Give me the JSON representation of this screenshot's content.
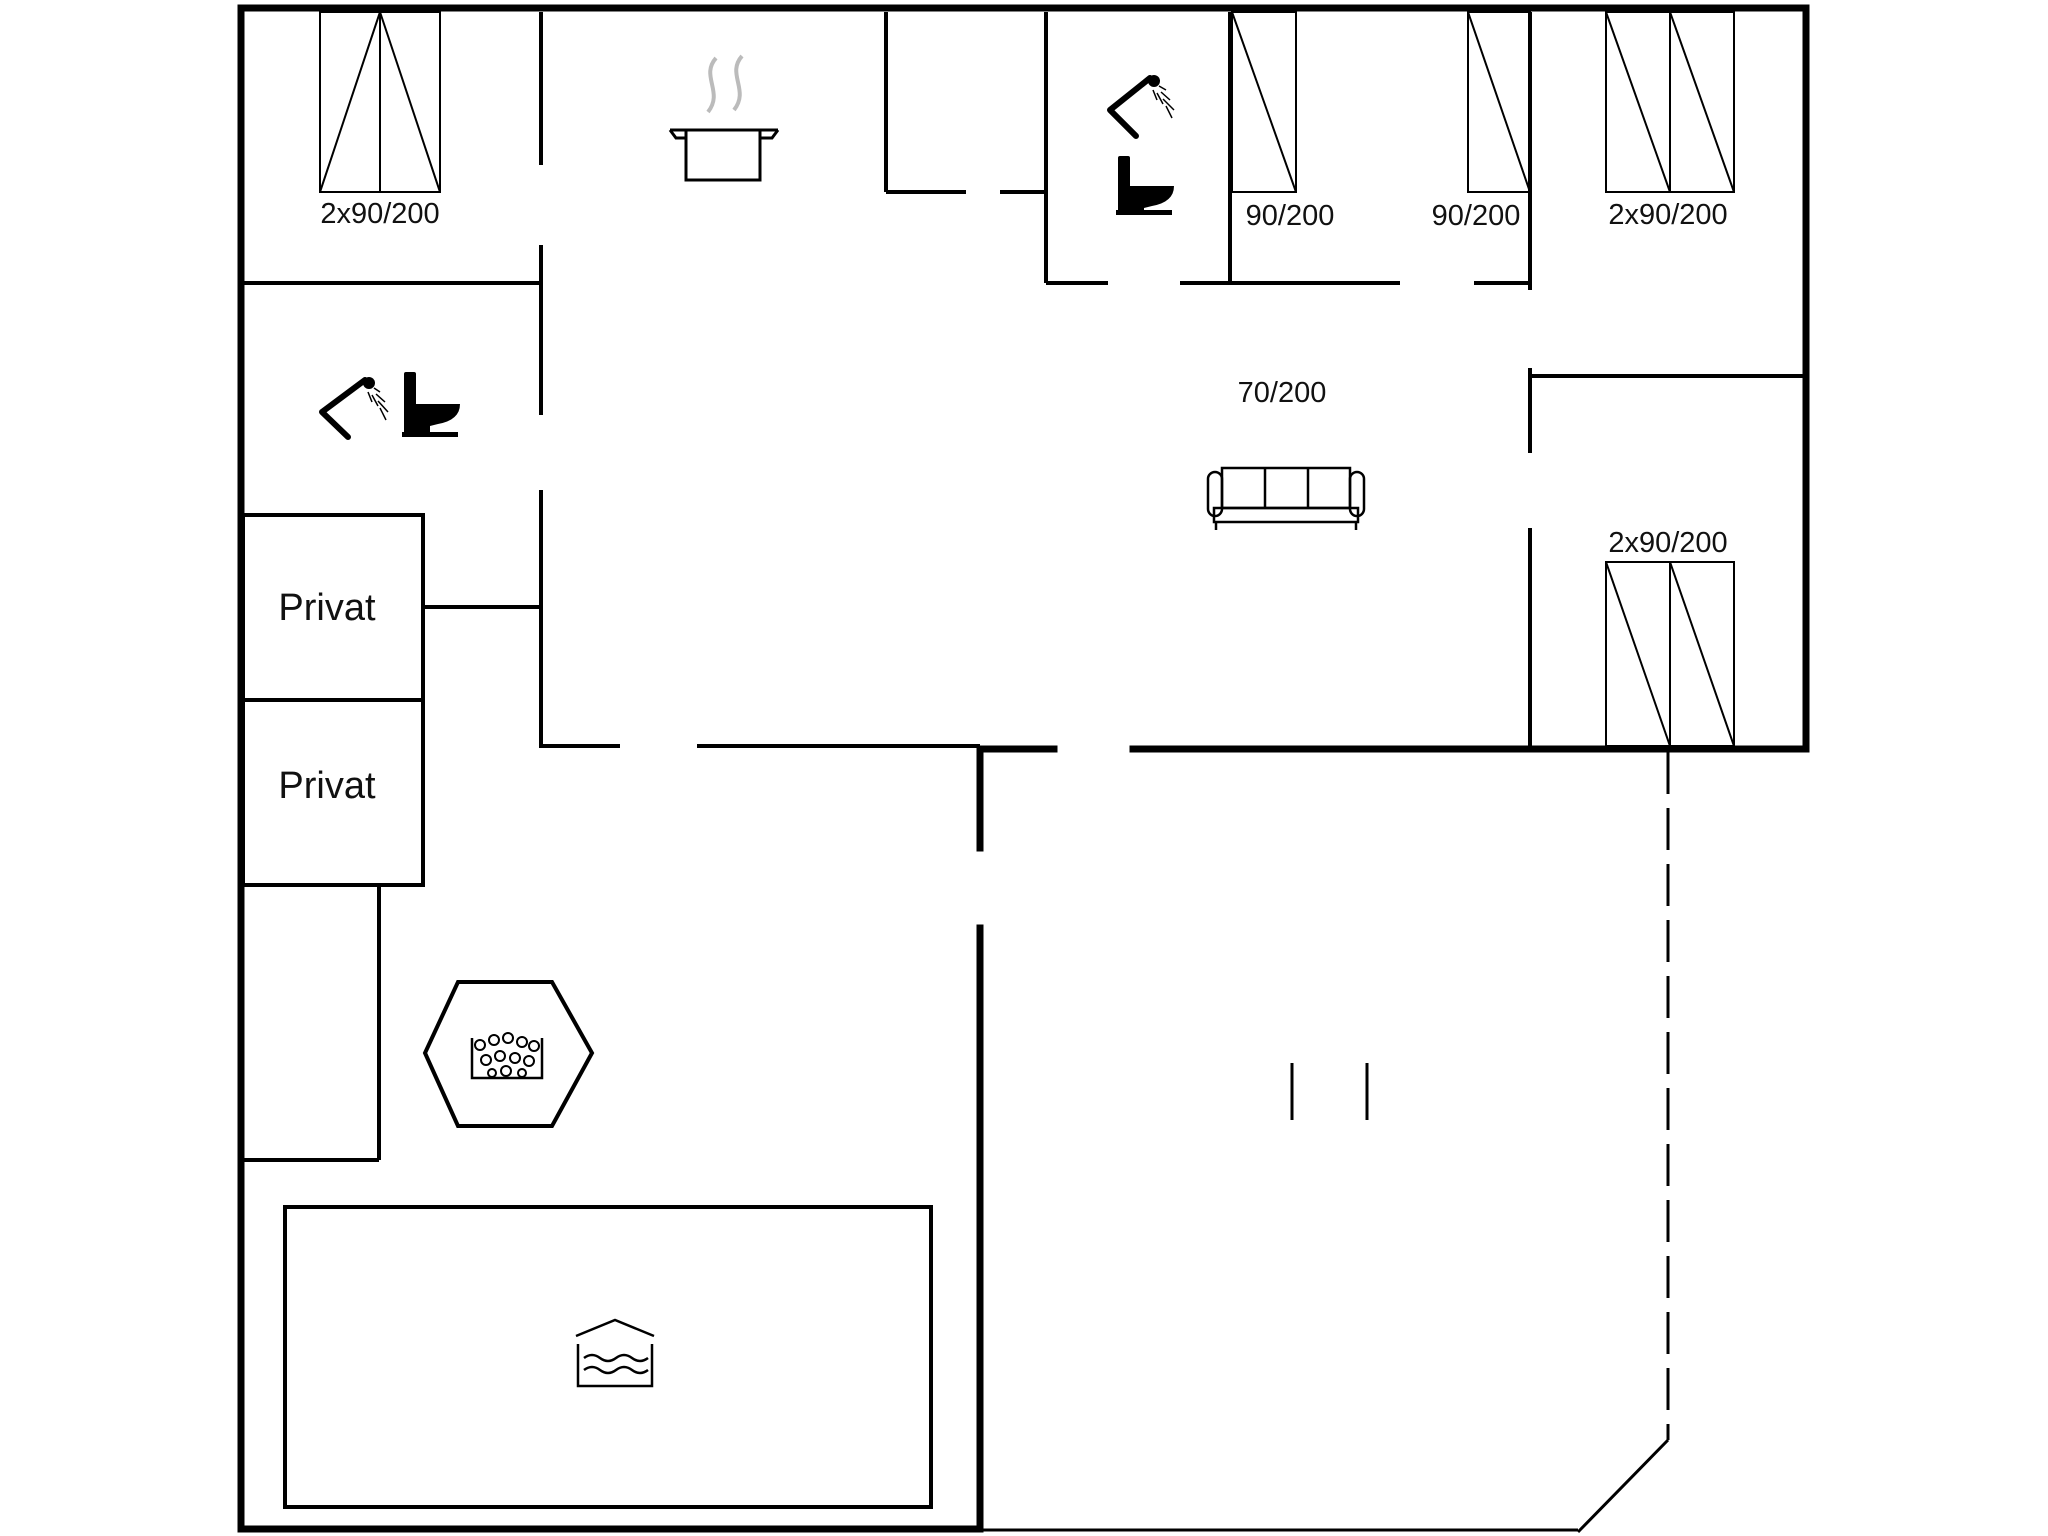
{
  "floorplan": {
    "colors": {
      "wall": "#000000",
      "background": "#ffffff",
      "steam": "#bbbbbb"
    },
    "bed_labels": {
      "bedroom_nw": "2x90/200",
      "bedroom_n1": "90/200",
      "bedroom_n2": "90/200",
      "bedroom_ne": "2x90/200",
      "bedroom_e": "2x90/200",
      "living_extra_bed": "70/200"
    },
    "room_labels": {
      "private_1": "Privat",
      "private_2": "Privat"
    },
    "icons": [
      "cooking-pot-icon",
      "shower-icon",
      "toilet-icon",
      "sofa-icon",
      "whirlpool-icon",
      "indoor-pool-icon"
    ]
  }
}
